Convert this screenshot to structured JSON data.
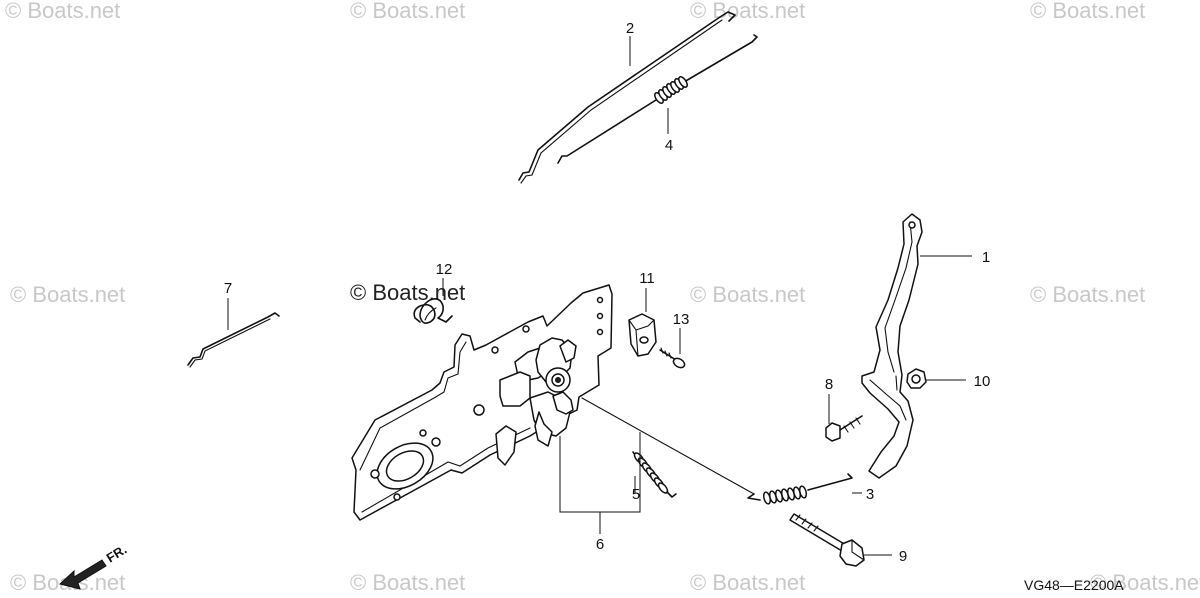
{
  "watermark": {
    "text": "© Boats.net",
    "copies": [
      "© Boats.net",
      "© Boats.net",
      "© Boats.net",
      "© Boats.net",
      "© Boats.net",
      "© Boats.net",
      "© Boats.net",
      "© Boats.net",
      "© Boats.net",
      "© Boats.net",
      "© Boats.net",
      "© Boats.net",
      "© Boats.net"
    ]
  },
  "diagram_code": "VG48—E2200A",
  "front_arrow_label": "FR.",
  "callouts": [
    {
      "id": "c1",
      "number": "1"
    },
    {
      "id": "c2",
      "number": "2"
    },
    {
      "id": "c3",
      "number": "3"
    },
    {
      "id": "c4",
      "number": "4"
    },
    {
      "id": "c5",
      "number": "5"
    },
    {
      "id": "c6",
      "number": "6"
    },
    {
      "id": "c7",
      "number": "7"
    },
    {
      "id": "c8",
      "number": "8"
    },
    {
      "id": "c9",
      "number": "9"
    },
    {
      "id": "c10",
      "number": "10"
    },
    {
      "id": "c11",
      "number": "11"
    },
    {
      "id": "c12",
      "number": "12"
    },
    {
      "id": "c13",
      "number": "13"
    }
  ],
  "colors": {
    "ink": "#111111",
    "watermark": "#c8c8c8",
    "background": "#ffffff"
  }
}
